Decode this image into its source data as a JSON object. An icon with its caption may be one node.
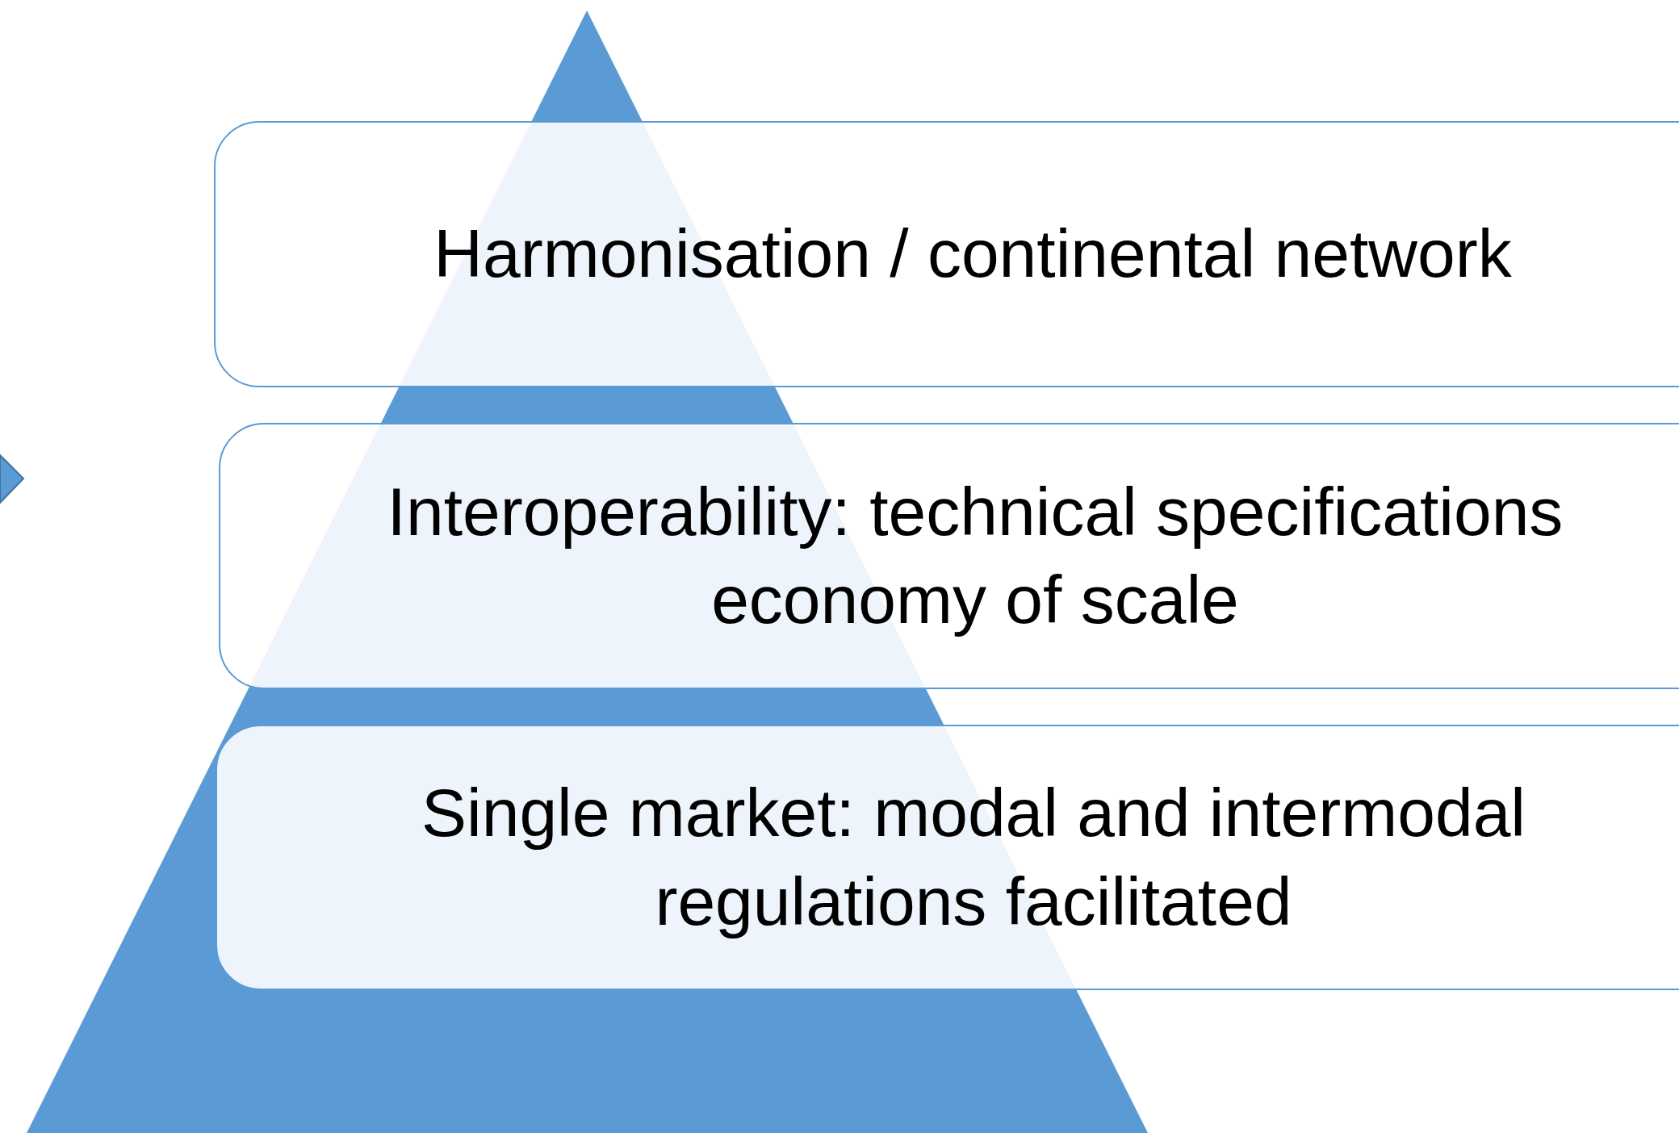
{
  "diagram": {
    "nodes": [
      {
        "text": [
          "Harmonisation / continental network"
        ]
      },
      {
        "text": [
          "Interoperability: technical specifications economy of scale"
        ]
      },
      {
        "text": [
          "Single market: modal and intermodal regulations facilitated"
        ]
      }
    ]
  }
}
